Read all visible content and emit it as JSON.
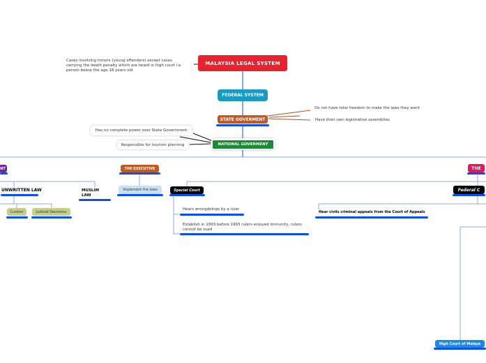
{
  "root": {
    "label": "MALAYSIA LEGAL SYSTEM",
    "color": "#e8232f"
  },
  "note_minors": "Cases involving minors (young offenders) except cases carrying the death penalty which are heard in high court i.e person below the age 18 years old",
  "federal_system": {
    "label": "FEDERAL SYSTEM",
    "color": "#1a9bc4"
  },
  "state_government": {
    "label": "STATE GOVERMENT",
    "color": "#c05a20",
    "notes": [
      "Do not have total freedom to make the laws they want",
      "Have their own legistrative assemblies"
    ]
  },
  "national_government": {
    "label": "NATIONAL GOVERMENT",
    "color": "#1b8a37",
    "notes": [
      "Has no complete power over State Government",
      "Responsible for tourism planning"
    ]
  },
  "branches": {
    "left": {
      "label": "NT",
      "color": "#6b2d91"
    },
    "executive": {
      "label": "THE EXECUTIVE",
      "color": "#c05a20",
      "child": "Implement the laws"
    },
    "right": {
      "label": "THE",
      "color": "#e0195c"
    }
  },
  "law_sources": {
    "unwritten": {
      "label": "UNWRITTEN LAW",
      "children": [
        "Custom",
        "Judicial Decisions"
      ]
    },
    "muslim": "MUSLIM LAW"
  },
  "special_court": {
    "label": "Special Court",
    "notes": [
      "Hears wrongdoings by a ruler",
      "Establish in 1993 before 1993 rulers enjoyed immunity, rulers cannot be sued"
    ]
  },
  "federal_court": {
    "label": "Federal C",
    "note": "Hear civils criminal appeals from the Court of Appeals"
  },
  "high_court": {
    "label": "High Court of Malaya",
    "color": "#1e88e5"
  }
}
